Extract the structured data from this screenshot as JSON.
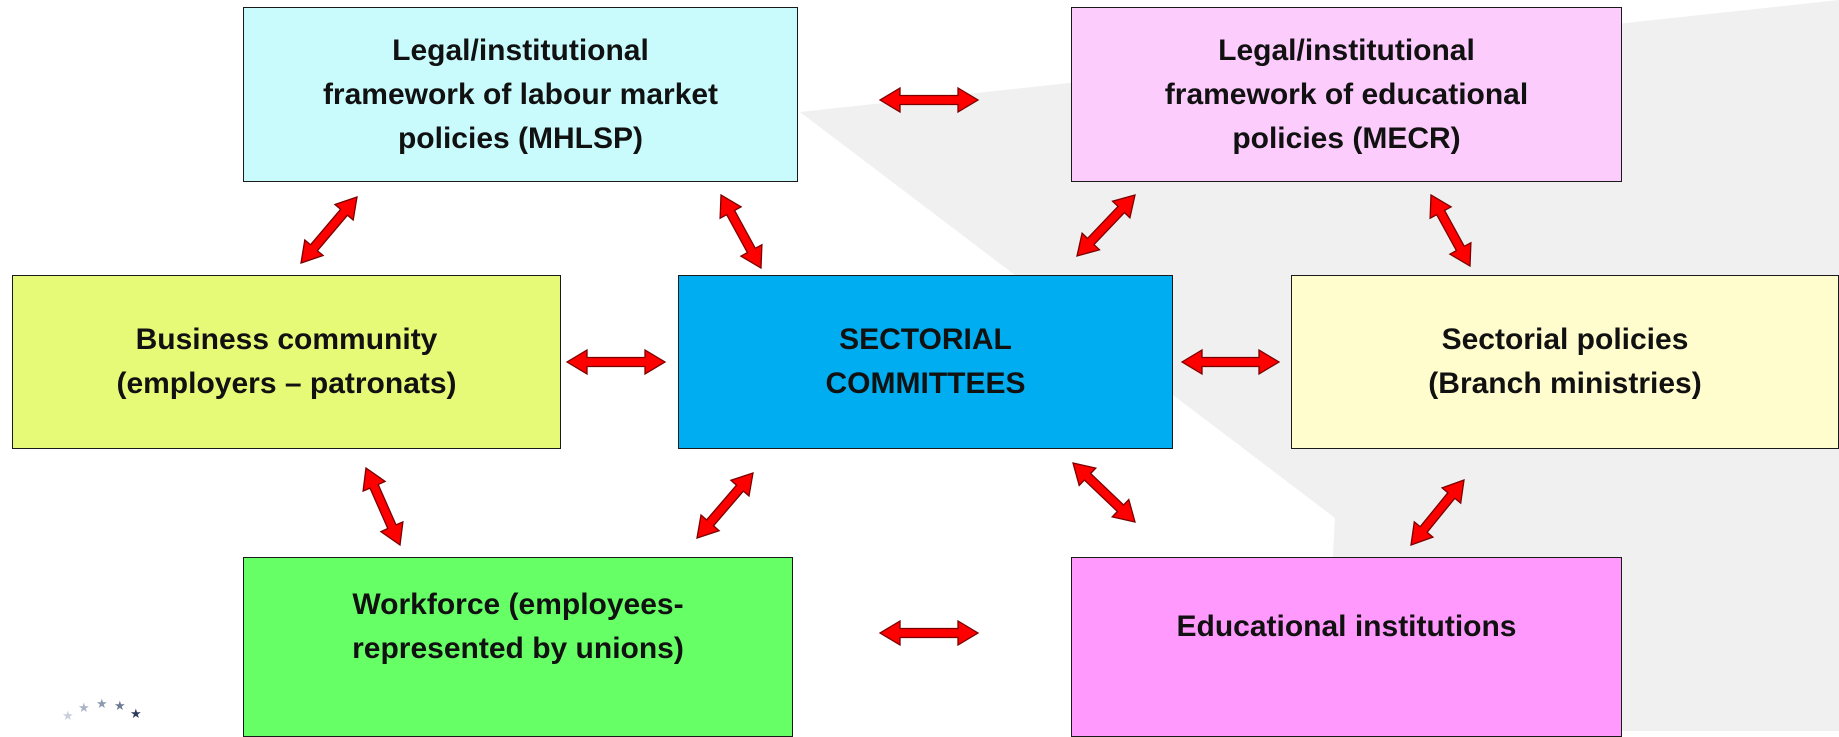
{
  "colors": {
    "arrow_fill": "#ff0000",
    "arrow_stroke": "#7a0000",
    "background_shape": "#f0f0f0"
  },
  "boxes": {
    "labour_framework": {
      "text": "Legal/institutional\nframework of labour market\npolicies (MHLSP)",
      "color": "#c9fbfd"
    },
    "education_framework": {
      "text": "Legal/institutional\nframework of educational\npolicies (MECR)",
      "color": "#fcccfd"
    },
    "business": {
      "text": "Business community\n(employers – patronats)",
      "color": "#e6fa78"
    },
    "sectorial_committees": {
      "text": "SECTORIAL\nCOMMITTEES",
      "color": "#00adf0"
    },
    "sectorial_policies": {
      "text": "Sectorial policies\n(Branch ministries)",
      "color": "#fffcce"
    },
    "workforce": {
      "text": "Workforce (employees-\nrepresented by unions)",
      "color": "#66ff66"
    },
    "educational_institutions": {
      "text": "Educational institutions",
      "color": "#ff99fd"
    }
  },
  "logo": {
    "icon": "eu-stars-logo"
  }
}
